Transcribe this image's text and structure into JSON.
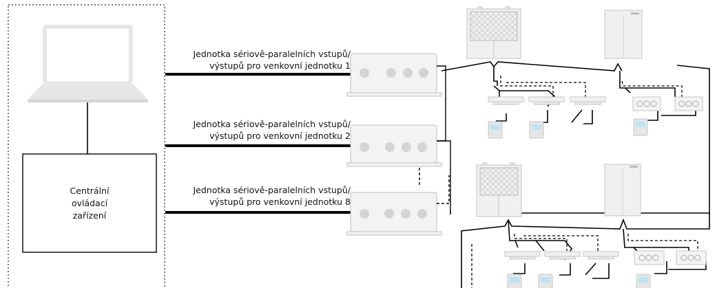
{
  "controller": {
    "lines": [
      "Centrální",
      "ovládací",
      "zařízení"
    ]
  },
  "interfaces": [
    {
      "line1": "Jednotka sériově-paralelních vstupů/",
      "line2": "výstupů pro venkovní jednotku 1"
    },
    {
      "line1": "Jednotka sériově-paralelních vstupů/",
      "line2": "výstupů pro venkovní jednotku 2"
    },
    {
      "line1": "Jednotka sériově-paralelních vstupů/",
      "line2": "výstupů pro venkovní jednotku 8"
    }
  ],
  "colors": {
    "device_fill": "#f3f3f3",
    "device_stroke": "#bdbdbd",
    "knob": "#d4d4d4",
    "bus_line": "#000000",
    "laptop": "#e6e6e6"
  }
}
